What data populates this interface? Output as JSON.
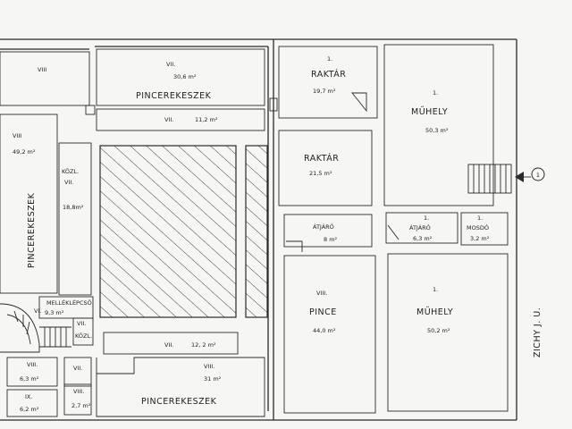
{
  "street_label": "ZICHY J. U.",
  "marker_number": "1",
  "rooms": {
    "top_left_level": "VIII",
    "top_level": "VII.",
    "top_area": "30,6 m²",
    "top_name": "PINCEREKESZEK",
    "corridor_level": "VII.",
    "corridor_area": "11,2 m²",
    "left_level": "VIII",
    "left_area": "49,2 m²",
    "left_name": "PINCEREKESZEK",
    "kozl_name": "KÖZL.",
    "kozl_level": "VII.",
    "kozl_area": "18,8m²",
    "raktar1_level": "1.",
    "raktar1_name": "RAKTÁR",
    "raktar1_area": "19,7 m²",
    "raktar2_name": "RAKTÁR",
    "raktar2_area": "21,5 m²",
    "muhely1_level": "1.",
    "muhely1_name": "MŰHELY",
    "muhely1_area": "50,3 m²",
    "atjaro1_name": "ÁTJÁRÓ",
    "atjaro1_area": "8 m²",
    "atjaro2_level": "1.",
    "atjaro2_name": "ÁTJÁRÓ",
    "atjaro2_area": "6,3 m²",
    "mosdo_level": "1.",
    "mosdo_name": "MOSDÓ",
    "mosdo_area": "3,2 m²",
    "pince_level": "VIII.",
    "pince_name": "PINCE",
    "pince_area": "44,0 m²",
    "muhely2_level": "1.",
    "muhely2_name": "MŰHELY",
    "muhely2_area": "50,2 m²",
    "mellek_name": "MELLÉKLÉPCSŐ",
    "mellek_level": "VI.",
    "mellek_area": "9,3 m²",
    "small_kozl_level": "VII.",
    "small_kozl_name": "KÖZL.",
    "lower_corr_level": "VII.",
    "lower_corr_area": "12, 2 m²",
    "lower_level": "VIII.",
    "lower_area": "31 m²",
    "lower_name": "PINCEREKESZEK",
    "sm1_level": "VIII.",
    "sm1_area": "6,3 m²",
    "sm2_level": "VII.",
    "sm3_level": "IX.",
    "sm3_area": "6,2 m²",
    "sm4_level": "VIII.",
    "sm4_area": "2,7 m²"
  }
}
